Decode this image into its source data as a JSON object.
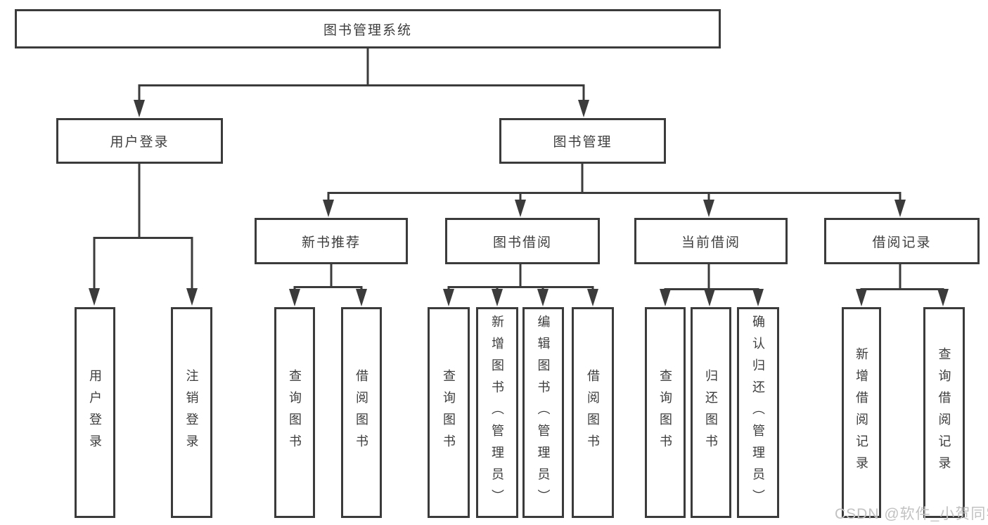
{
  "tree": {
    "root": {
      "label": "图书管理系统"
    },
    "level2": [
      {
        "label": "用户登录",
        "children": [
          {
            "label": "用户登录"
          },
          {
            "label": "注销登录"
          }
        ]
      },
      {
        "label": "图书管理",
        "children": [
          {
            "label": "新书推荐",
            "children": [
              {
                "label": "查询图书"
              },
              {
                "label": "借阅图书"
              }
            ]
          },
          {
            "label": "图书借阅",
            "children": [
              {
                "label": "查询图书"
              },
              {
                "label": "新增图书（管理员）"
              },
              {
                "label": "编辑图书（管理员）"
              },
              {
                "label": "借阅图书"
              }
            ]
          },
          {
            "label": "当前借阅",
            "children": [
              {
                "label": "查询图书"
              },
              {
                "label": "归还图书"
              },
              {
                "label": "确认归还（管理员）"
              }
            ]
          },
          {
            "label": "借阅记录",
            "children": [
              {
                "label": "新增借阅记录"
              },
              {
                "label": "查询借阅记录"
              }
            ]
          }
        ]
      }
    ]
  },
  "watermark": {
    "text": "CSDN @软件_小贺同学"
  },
  "colors": {
    "line": "#3b3b3b",
    "text": "#3d3d3d",
    "background": "#ffffff",
    "watermark": "#c2c2c2"
  }
}
